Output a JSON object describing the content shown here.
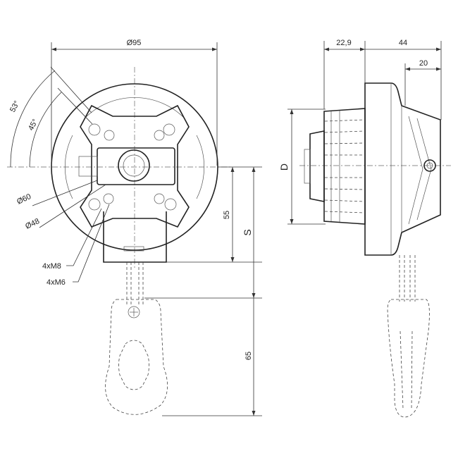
{
  "labels": {
    "d95": "Ø95",
    "d22_9": "22,9",
    "d44": "44",
    "d20": "20",
    "a53": "53°",
    "a45": "45°",
    "d60": "Ø60",
    "d48": "Ø48",
    "m8": "4xM8",
    "m6": "4xM6",
    "d55": "55",
    "s": "S",
    "d65": "65",
    "D": "D"
  },
  "colors": {
    "line": "#222222",
    "background": "#ffffff"
  }
}
